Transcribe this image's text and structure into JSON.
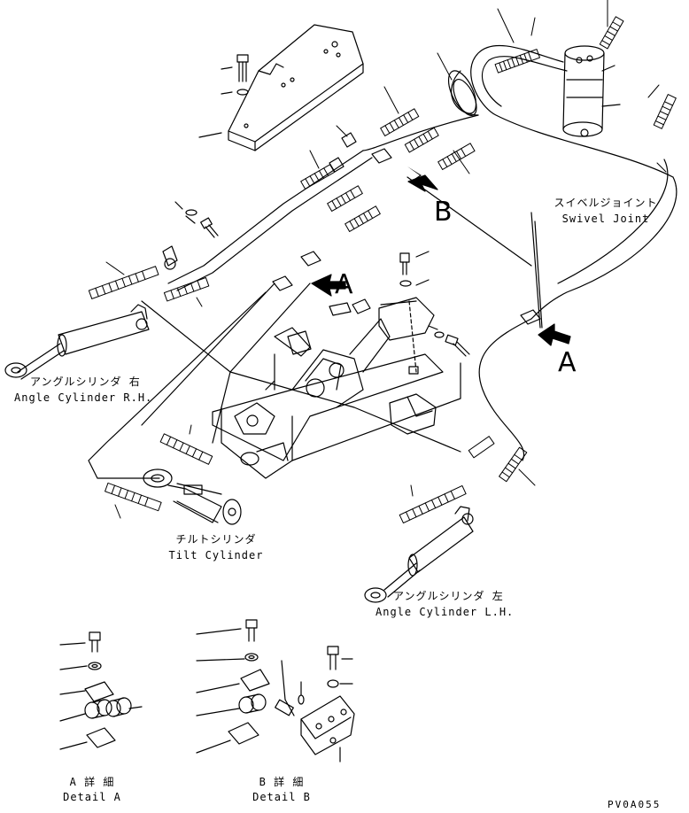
{
  "labels": {
    "swivel_joint_jp": "スイベルジョイント",
    "swivel_joint_en": "Swivel Joint",
    "angle_cyl_rh_jp": "アングルシリンダ 右",
    "angle_cyl_rh_en": "Angle Cylinder R.H.",
    "tilt_cyl_jp": "チルトシリンダ",
    "tilt_cyl_en": "Tilt Cylinder",
    "angle_cyl_lh_jp": "アングルシリンダ 左",
    "angle_cyl_lh_en": "Angle Cylinder L.H.",
    "detail_a_jp": "A 詳 細",
    "detail_a_en": "Detail A",
    "detail_b_jp": "B 詳 細",
    "detail_b_en": "Detail B"
  },
  "view_markers": {
    "a_left": "A",
    "a_right": "A",
    "b": "B"
  },
  "drawing_code": "PV0A055"
}
